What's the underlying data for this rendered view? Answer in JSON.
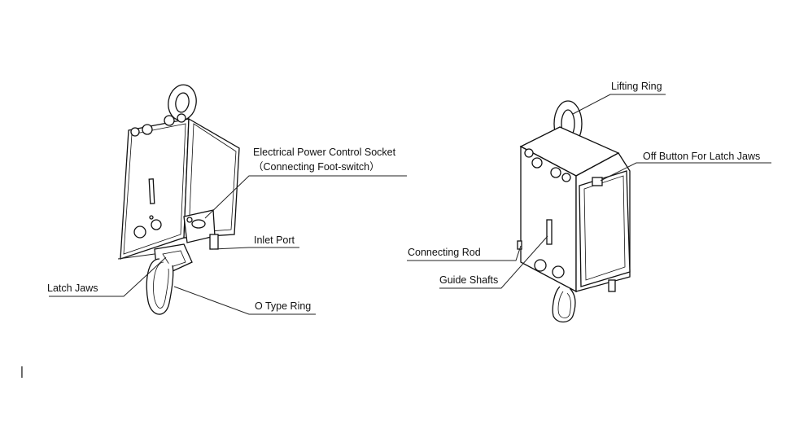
{
  "left_figure": {
    "labels": {
      "power_socket": "Electrical Power Control Socket",
      "power_socket_note": "（Connecting Foot-switch）",
      "inlet_port": "Inlet Port",
      "latch_jaws": "Latch Jaws",
      "o_type_ring": "O Type Ring"
    }
  },
  "right_figure": {
    "labels": {
      "lifting_ring": "Lifting Ring",
      "off_button": "Off Button For Latch Jaws",
      "connecting_rod": "Connecting Rod",
      "guide_shafts": "Guide Shafts"
    }
  },
  "cursor_mark": "|"
}
